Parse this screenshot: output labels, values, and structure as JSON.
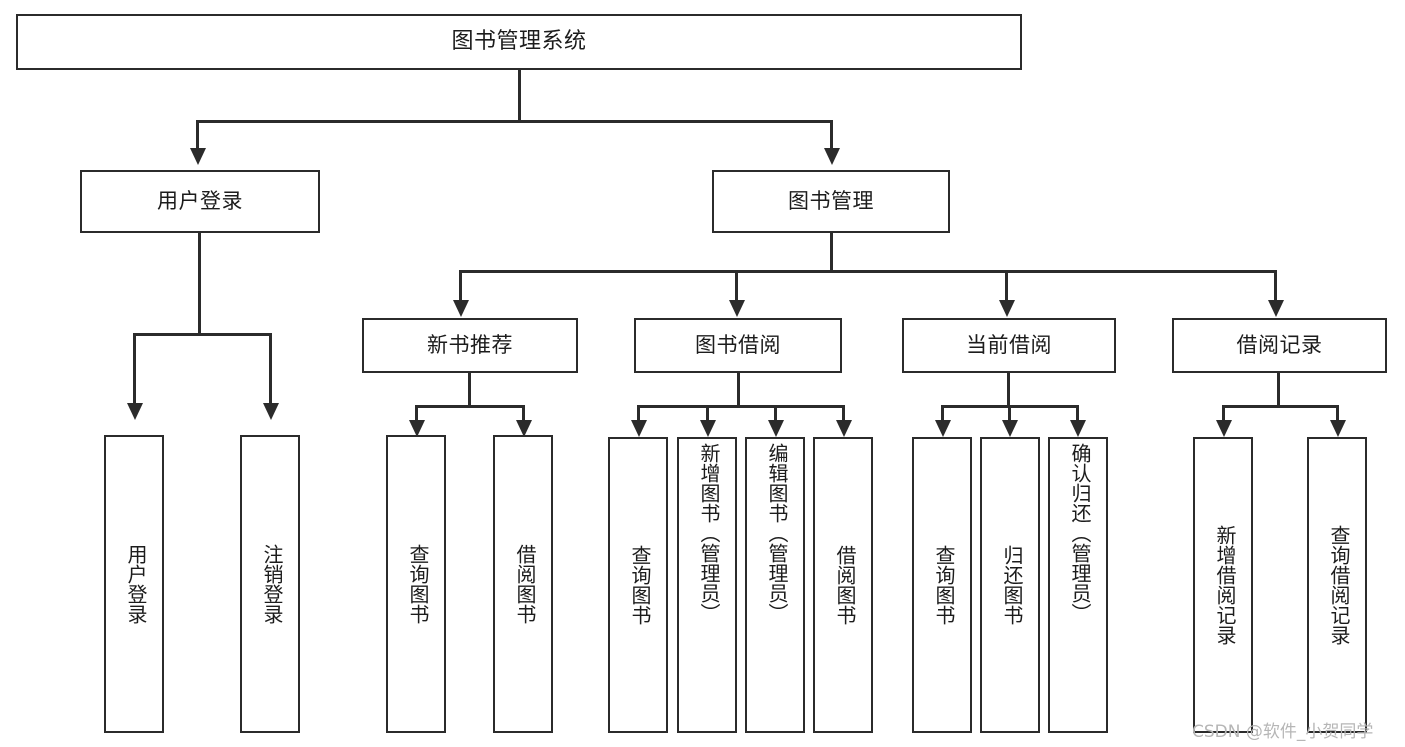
{
  "diagram": {
    "type": "tree",
    "root": {
      "label": "图书管理系统"
    },
    "level1": [
      {
        "label": "用户登录"
      },
      {
        "label": "图书管理"
      }
    ],
    "level2": [
      {
        "label": "新书推荐"
      },
      {
        "label": "图书借阅"
      },
      {
        "label": "当前借阅"
      },
      {
        "label": "借阅记录"
      }
    ],
    "leaves": {
      "user_login": [
        {
          "label": "用户登录"
        },
        {
          "label": "注销登录"
        }
      ],
      "new_book_recommend": [
        {
          "label": "查询图书"
        },
        {
          "label": "借阅图书"
        }
      ],
      "book_borrow": [
        {
          "label": "查询图书"
        },
        {
          "label": "新增图书（管理员）"
        },
        {
          "label": "编辑图书（管理员）"
        },
        {
          "label": "借阅图书"
        }
      ],
      "current_borrow": [
        {
          "label": "查询图书"
        },
        {
          "label": "归还图书"
        },
        {
          "label": "确认归还（管理员）"
        }
      ],
      "borrow_record": [
        {
          "label": "新增借阅记录"
        },
        {
          "label": "查询借阅记录"
        }
      ]
    }
  },
  "watermark": {
    "text": "CSDN @软件_小贺同学"
  },
  "colors": {
    "stroke": "#2b2b2b",
    "background": "#ffffff",
    "text": "#1c1c1c",
    "watermark": "#b6b6b6"
  }
}
